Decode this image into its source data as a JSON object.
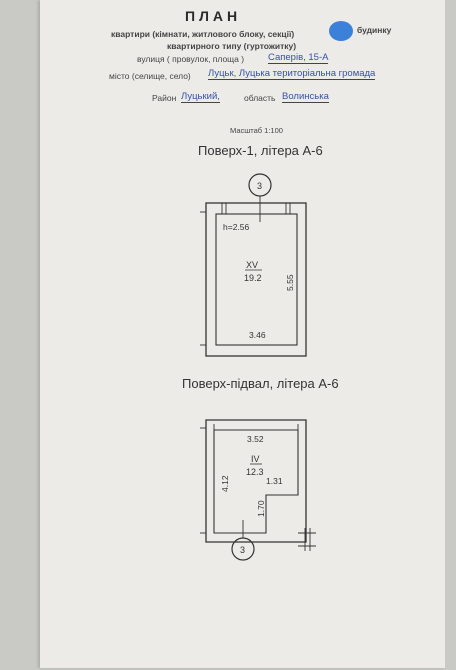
{
  "header": {
    "title": "ПЛАН",
    "line1": "квартири (кімнати, житлового блоку, секції)",
    "line1_end": "будинку",
    "line2": "квартирного типу (гуртожитку)",
    "street_label": "вулиця ( провулок, площа )",
    "street_value": "Саперів, 15-А",
    "city_label": "місто (селище, село)",
    "city_value": "Луцьк, Луцька територіальна громада",
    "district_label": "Район",
    "district_value": "Луцький,",
    "region_label": "область",
    "region_value": "Волинська"
  },
  "scale": "Масштаб 1:100",
  "floor1": {
    "title": "Поверх-1,  літера А-6",
    "axis": "3",
    "height": "h=2.56",
    "room": "XV",
    "area": "19.2",
    "dim_vertical": "5.55",
    "dim_bottom": "3.46"
  },
  "floor2": {
    "title": "Поверх-підвал,  літера А-6",
    "axis": "3",
    "dim_top": "3.52",
    "room": "IV",
    "area": "12.3",
    "dim_small": "1.31",
    "dim_left": "4.12",
    "dim_vertical": "1.70"
  },
  "colors": {
    "paper": "#ecebe8",
    "ink": "#333333",
    "handwriting": "#3552a8",
    "blot": "#1d6fd6"
  }
}
